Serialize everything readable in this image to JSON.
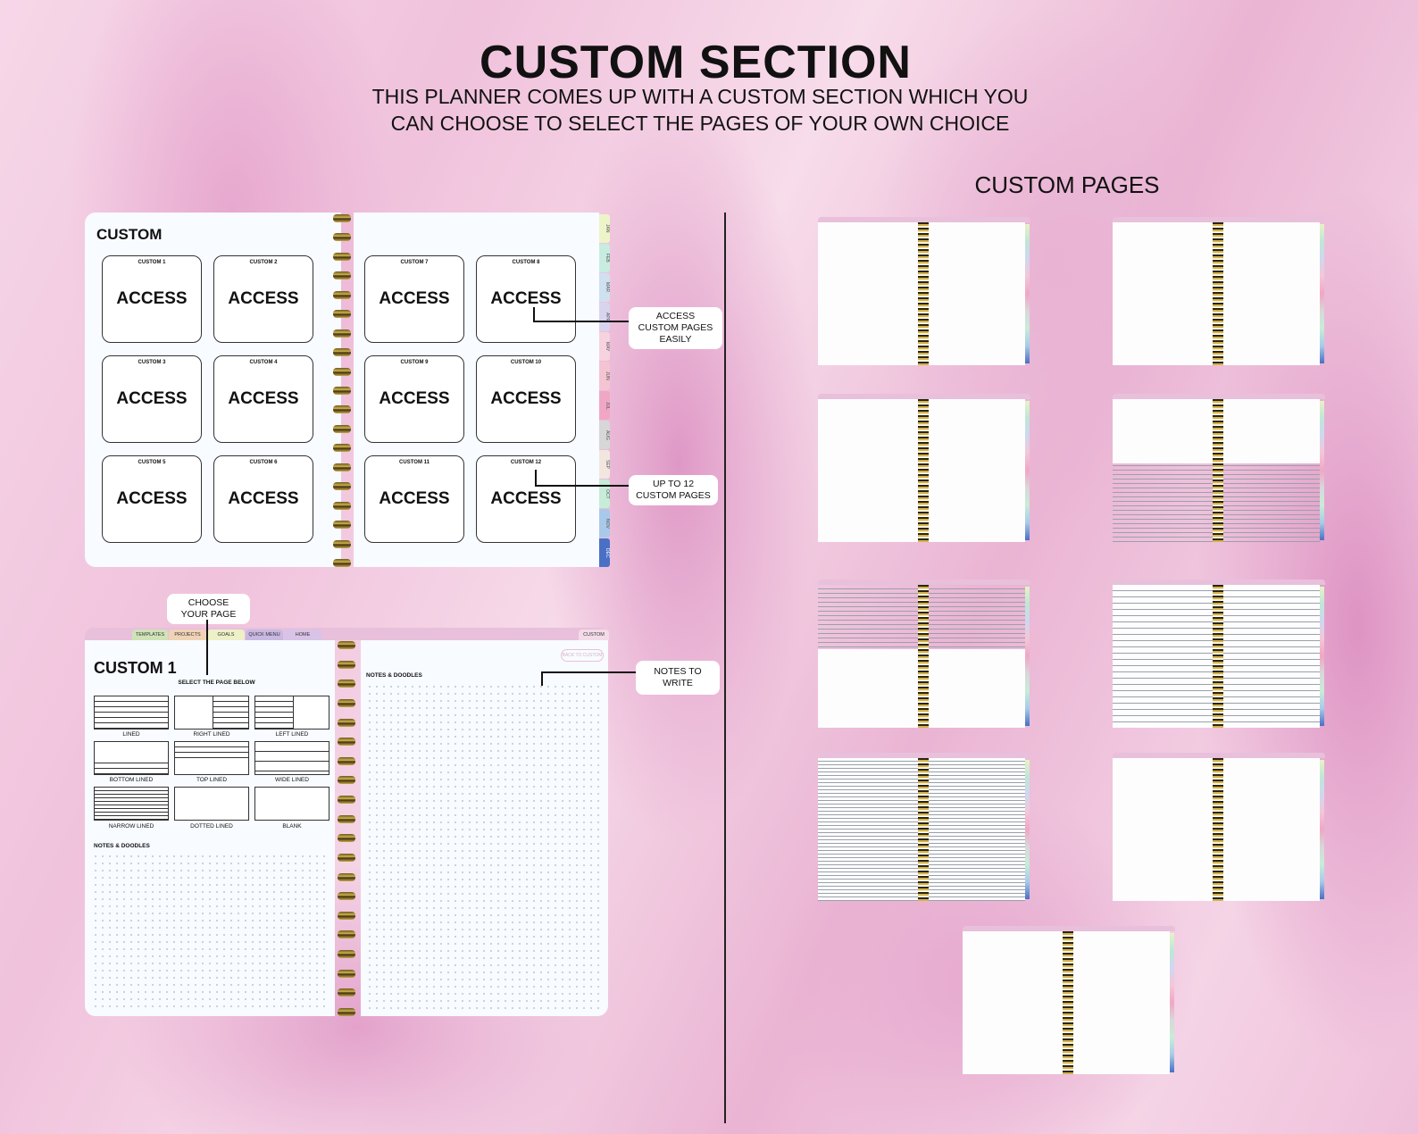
{
  "header": {
    "title": "CUSTOM SECTION",
    "subtitle_line_1": "THIS PLANNER COMES UP WITH A CUSTOM SECTION WHICH YOU",
    "subtitle_line_2": "CAN CHOOSE TO SELECT THE PAGES OF YOUR OWN CHOICE"
  },
  "custom_pages_title": "CUSTOM PAGES",
  "planner_a": {
    "heading": "CUSTOM",
    "cards": [
      {
        "label": "CUSTOM 1",
        "action": "ACCESS"
      },
      {
        "label": "CUSTOM 2",
        "action": "ACCESS"
      },
      {
        "label": "CUSTOM 3",
        "action": "ACCESS"
      },
      {
        "label": "CUSTOM 4",
        "action": "ACCESS"
      },
      {
        "label": "CUSTOM 5",
        "action": "ACCESS"
      },
      {
        "label": "CUSTOM 6",
        "action": "ACCESS"
      },
      {
        "label": "CUSTOM 7",
        "action": "ACCESS"
      },
      {
        "label": "CUSTOM 8",
        "action": "ACCESS"
      },
      {
        "label": "CUSTOM 9",
        "action": "ACCESS"
      },
      {
        "label": "CUSTOM 10",
        "action": "ACCESS"
      },
      {
        "label": "CUSTOM 11",
        "action": "ACCESS"
      },
      {
        "label": "CUSTOM 12",
        "action": "ACCESS"
      }
    ],
    "month_tabs": [
      {
        "label": "JAN",
        "color": "#eef4c9"
      },
      {
        "label": "FEB",
        "color": "#c8ece0"
      },
      {
        "label": "MAR",
        "color": "#cfe0f0"
      },
      {
        "label": "APR",
        "color": "#d9d4ee"
      },
      {
        "label": "MAY",
        "color": "#f6d3de"
      },
      {
        "label": "JUN",
        "color": "#f4c4d3"
      },
      {
        "label": "JUL",
        "color": "#f0a7c5"
      },
      {
        "label": "AUG",
        "color": "#d7d7d7"
      },
      {
        "label": "SEP",
        "color": "#f1e7e0"
      },
      {
        "label": "OCT",
        "color": "#c7ecd8"
      },
      {
        "label": "NOV",
        "color": "#a9c9ea"
      },
      {
        "label": "DEC",
        "color": "#4a70c6"
      }
    ],
    "callout_1": "ACCESS CUSTOM PAGES EASILY",
    "callout_2": "UP TO 12 CUSTOM PAGES"
  },
  "planner_b": {
    "nav_tabs": [
      {
        "label": "TEMPLATES",
        "color": "#cfe3b7"
      },
      {
        "label": "PROJECTS",
        "color": "#f0d3b6"
      },
      {
        "label": "GOALS",
        "color": "#eef0c8"
      },
      {
        "label": "QUICK MENU",
        "color": "#c9b8e2"
      },
      {
        "label": "HOME",
        "color": "#d9c3e6"
      }
    ],
    "custom_tab": "CUSTOM",
    "back_button": "BACK TO CUSTOM",
    "heading": "CUSTOM 1",
    "select_label": "SELECT THE PAGE BELOW",
    "templates": [
      "LINED",
      "RIGHT LINED",
      "LEFT LINED",
      "BOTTOM LINED",
      "TOP LINED",
      "WIDE LINED",
      "NARROW LINED",
      "DOTTED LINED",
      "BLANK"
    ],
    "notes_left": "NOTES & DOODLES",
    "notes_right": "NOTES & DOODLES",
    "callout_choose": "CHOOSE YOUR PAGE",
    "callout_notes": "NOTES TO WRITE"
  }
}
